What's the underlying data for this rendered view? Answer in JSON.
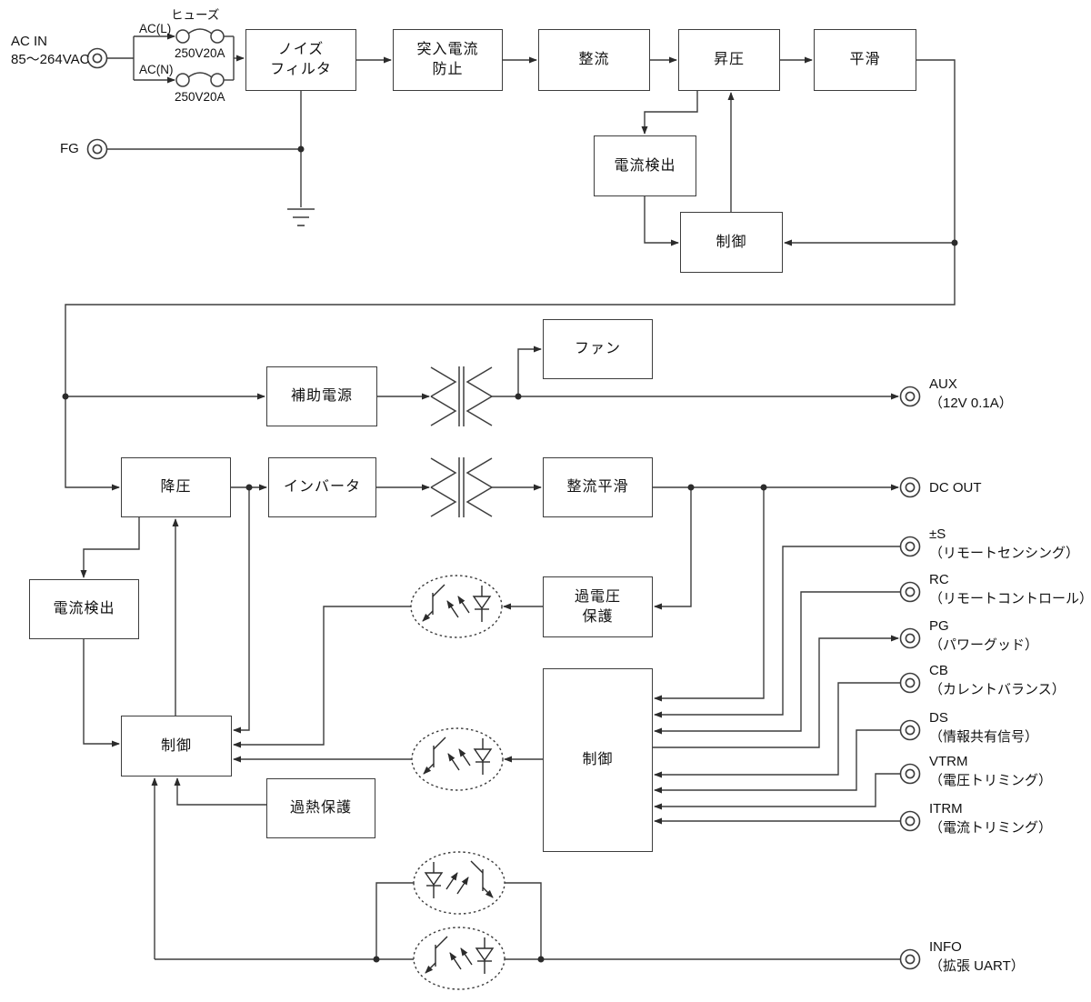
{
  "colors": {
    "line": "#3d3d3d",
    "text": "#111111",
    "background": "#ffffff"
  },
  "ac_input": {
    "title": "AC IN",
    "voltage_range": "85～264VAC",
    "fg_label": "FG",
    "line_live": "AC(L)",
    "line_neutral": "AC(N)",
    "fuse_title": "ヒューズ",
    "fuse_live_rating": "250V20A",
    "fuse_neutral_rating": "250V20A"
  },
  "blocks": {
    "noise_filter": {
      "line1": "ノイズ",
      "line2": "フィルタ"
    },
    "inrush": {
      "line1": "突入電流",
      "line2": "防止"
    },
    "rectifier": "整流",
    "boost": "昇圧",
    "smoothing": "平滑",
    "current_detect_top": "電流検出",
    "control_top": "制御",
    "aux_supply": "補助電源",
    "fan": "ファン",
    "step_down": "降圧",
    "inverter": "インバータ",
    "rect_smooth": "整流平滑",
    "current_detect_left": "電流検出",
    "control_left": "制御",
    "overheat": "過熱保護",
    "ovp": {
      "line1": "過電圧",
      "line2": "保護"
    },
    "control_right": "制御"
  },
  "connectors": {
    "aux": {
      "name": "AUX",
      "desc": "（12V 0.1A）"
    },
    "dc_out": {
      "name": "DC OUT"
    },
    "sense": {
      "name": "±S",
      "desc": "（リモートセンシング）"
    },
    "remote_control": {
      "name": "RC",
      "desc": "（リモートコントロール）"
    },
    "power_good": {
      "name": "PG",
      "desc": "（パワーグッド）"
    },
    "current_balance": {
      "name": "CB",
      "desc": "（カレントバランス）"
    },
    "data_share": {
      "name": "DS",
      "desc": "（情報共有信号）"
    },
    "v_trim": {
      "name": "VTRM",
      "desc": "（電圧トリミング）"
    },
    "i_trim": {
      "name": "ITRM",
      "desc": "（電流トリミング）"
    },
    "info": {
      "name": "INFO",
      "desc": "（拡張 UART）"
    }
  }
}
